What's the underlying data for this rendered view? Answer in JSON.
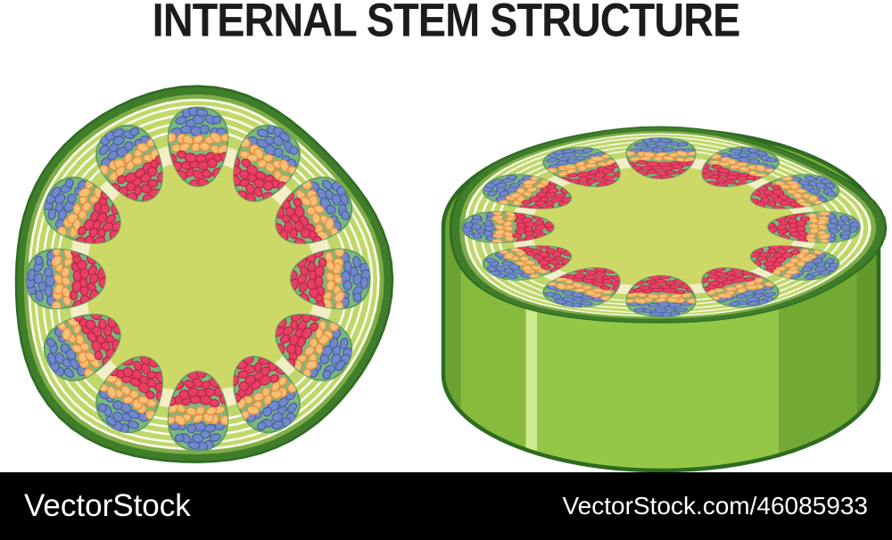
{
  "title": "INTERNAL STEM STRUCTURE",
  "watermark": {
    "brand": "VectorStock",
    "site_ref": "VectorStock.com/46085933"
  },
  "diagram": {
    "description": "Plant stem internal structure shown as a 2D circular cross-section (left) and a 3D cut stem cylinder (right); ring of 12 vascular bundles, each with blue outer cells, orange middle band and red inner cells",
    "bundle_count": 12,
    "white_ring_count": 5,
    "colors": {
      "background": "#ffffff",
      "title_text": "#1c1c1c",
      "watermark_bar": "#000000",
      "watermark_text": "#ffffff",
      "rim_dark": "#3f7d2a",
      "rim_light": "#7fae49",
      "outline": "#2e6b22",
      "zone_bg": "#c0d76a",
      "ring_white": "#fafbee",
      "cream_ring": "#f2eec5",
      "pith": "#ccd967",
      "bundle_bg": "#7cb87c",
      "bundle_edge": "#5f9e62",
      "cell_blue": "#7289c9",
      "cell_blue_edge": "#4d64ab",
      "cell_orange": "#f8c077",
      "cell_orange_edge": "#e89140",
      "cell_red": "#e84064",
      "cell_red_edge": "#c2274b",
      "side_main": "#95c746",
      "side_left_edge": "#6ca232",
      "side_left": "#88ba3d",
      "side_highlight": "#cfe98f",
      "side_shade": "#73aa33",
      "side_right_edge": "#63982a"
    }
  }
}
